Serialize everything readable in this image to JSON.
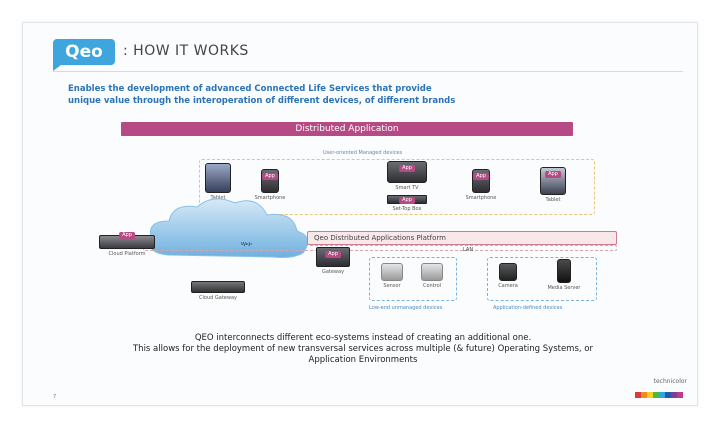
{
  "header": {
    "logo_text": "Qeo",
    "title": ": HOW IT WORKS"
  },
  "intro": {
    "line1": "Enables the development of advanced Connected Life Services that provide",
    "line2": "unique value through the interoperation of different devices, of different brands"
  },
  "diagram": {
    "distributed_application": "Distributed Application",
    "upper_label": "User-oriented Managed devices",
    "platform_label": "Qeo Distributed Applications Platform",
    "cloud_label": "Web",
    "lan_label": "LAN",
    "app_label": "App",
    "cloud_platform_label": "Cloud Platform",
    "cloud_gateway_label": "Cloud Gateway",
    "gateway_label": "Gateway",
    "lower_left_caption": "Low-end unmanaged devices",
    "lower_right_caption": "Application-defined devices",
    "devices": {
      "tablet_left": "Tablet",
      "smartphone_left": "Smartphone",
      "smart_tv": "Smart TV",
      "set_top_box": "Set-Top Box",
      "smartphone_right": "Smartphone",
      "tablet_right": "Tablet",
      "sensor": "Sensor",
      "control": "Control",
      "camera": "Camera",
      "media_server": "Media Server"
    }
  },
  "footer": {
    "line1": "QEO interconnects different eco-systems instead of creating an additional one.",
    "line2": "This allows for the deployment of new transversal services across multiple (& future) Operating Systems, or",
    "line3": "Application Environments"
  },
  "page_number": "7",
  "brand": {
    "name": "technicolor"
  },
  "colors": {
    "accent_blue": "#3ea6dc",
    "magenta": "#b54a85",
    "text_blue": "#2b74b8"
  }
}
